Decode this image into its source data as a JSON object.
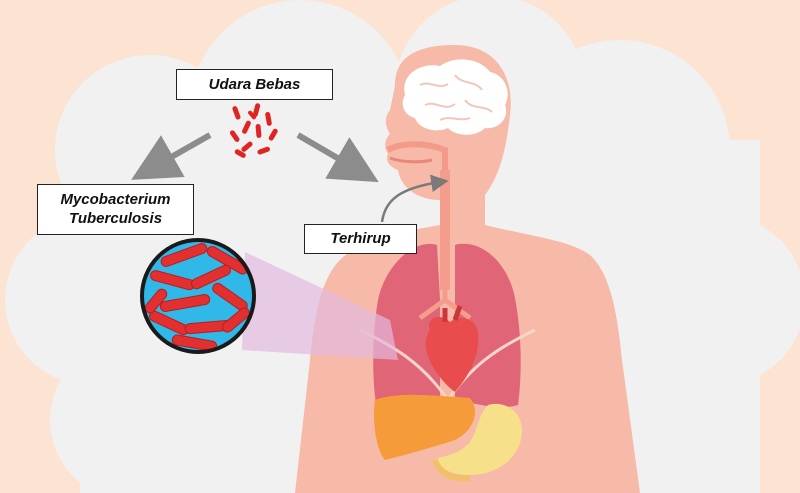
{
  "labels": {
    "airborne": "Udara Bebas",
    "bacterium_line1": "Mycobacterium",
    "bacterium_line2": "Tuberculosis",
    "inhaled": "Terhirup"
  },
  "colors": {
    "background": "#fde3d1",
    "cloud": "#f1f1f1",
    "body": "#f7b9a8",
    "lung": "#e06677",
    "heart": "#e84c4c",
    "liver": "#f59b3a",
    "stomach": "#f7e08a",
    "brain": "#ffffff",
    "bacteria": "#e02424",
    "magnifier_fill": "#2fb8e8",
    "arrow": "#8c8c8c"
  },
  "icons": [
    "brain-icon",
    "lungs-icon",
    "heart-icon",
    "liver-icon",
    "stomach-icon",
    "bacteria-icon",
    "magnifier-icon",
    "arrow-icon"
  ]
}
